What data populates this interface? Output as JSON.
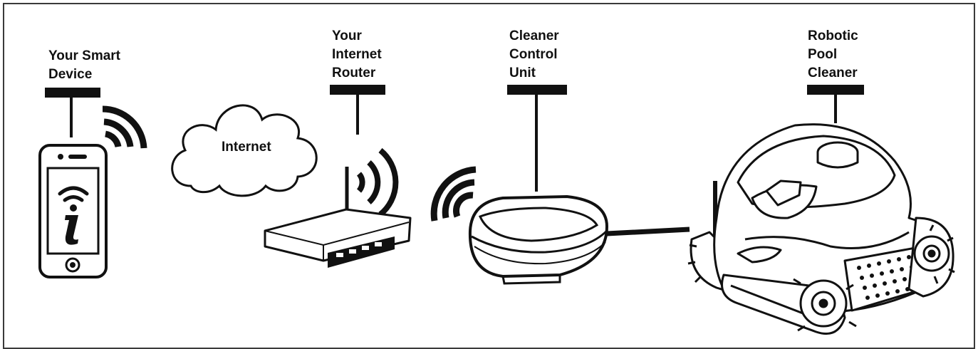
{
  "labels": {
    "smart_device": "Your Smart\nDevice",
    "router": "Your\nInternet\nRouter",
    "control_unit": "Cleaner\nControl\nUnit",
    "pool_cleaner": "Robotic\nPool\nCleaner"
  },
  "cloud": {
    "text": "Internet"
  },
  "icons": [
    "wifi-signal-icon",
    "info-i-icon",
    "cloud-icon",
    "smartphone-icon",
    "router-icon",
    "control-unit-icon",
    "robotic-cleaner-icon"
  ]
}
